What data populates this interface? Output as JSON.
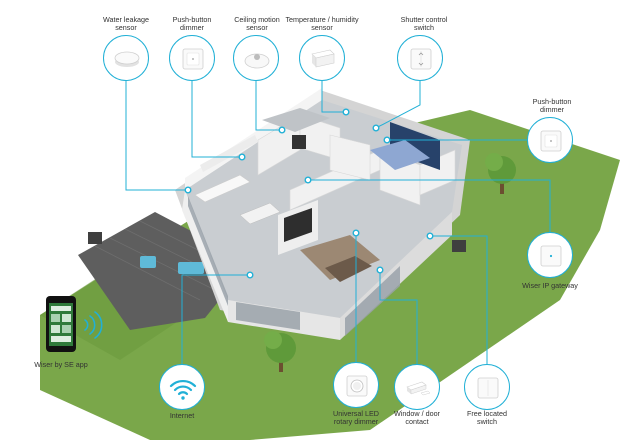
{
  "colors": {
    "accent": "#21b0d6",
    "lawn": "#7aa74a",
    "floor": "#c9cdd1",
    "wall": "#f1f1f1",
    "deck": "#5e5e5e"
  },
  "devices": {
    "water_leak": {
      "label": "Water leakage\nsensor",
      "icon": "water-leak-sensor-icon"
    },
    "pushbutton_top": {
      "label": "Push-button\ndimmer",
      "icon": "push-button-dimmer-icon"
    },
    "motion": {
      "label": "Ceiling motion\nsensor",
      "icon": "ceiling-motion-sensor-icon"
    },
    "temp_humidity": {
      "label": "Temperature / humidity\nsensor",
      "icon": "temperature-humidity-sensor-icon"
    },
    "shutter": {
      "label": "Shutter control\nswitch",
      "icon": "shutter-control-switch-icon"
    },
    "pushbutton_right": {
      "label": "Push-button\ndimmer",
      "icon": "push-button-dimmer-icon"
    },
    "gateway": {
      "label": "Wiser IP gateway",
      "icon": "wiser-ip-gateway-icon"
    },
    "app": {
      "label": "Wiser by SE app",
      "icon": "smartphone-icon"
    },
    "internet": {
      "label": "Internet",
      "icon": "wifi-icon"
    },
    "rotary": {
      "label": "Universal LED\nrotary dimmer",
      "icon": "rotary-dimmer-icon"
    },
    "window": {
      "label": "Window / door\ncontact",
      "icon": "window-door-contact-icon"
    },
    "free_switch": {
      "label": "Free located\nswitch",
      "icon": "free-located-switch-icon"
    }
  }
}
